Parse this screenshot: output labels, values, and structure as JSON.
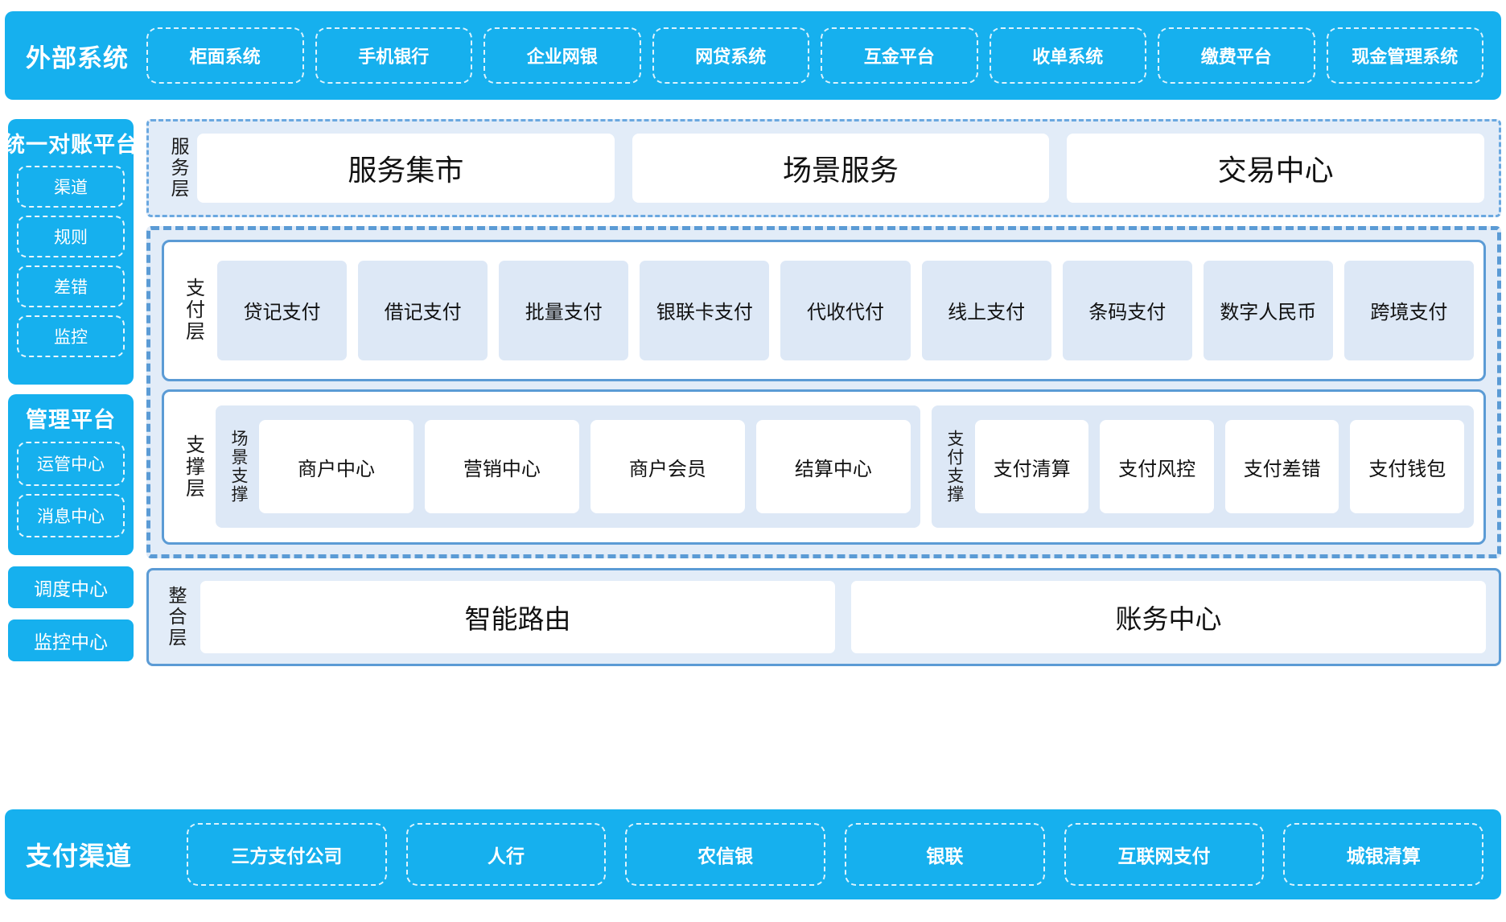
{
  "external": {
    "title": "外部系统",
    "items": [
      "柜面系统",
      "手机银行",
      "企业网银",
      "网贷系统",
      "互金平台",
      "收单系统",
      "缴费平台",
      "现金管理系统"
    ]
  },
  "sidebar": {
    "reconciliation": {
      "title": "统一对账平台",
      "items": [
        "渠道",
        "规则",
        "差错",
        "监控"
      ]
    },
    "management": {
      "title": "管理平台",
      "items": [
        "运管中心",
        "消息中心"
      ]
    },
    "standalone": [
      "调度中心",
      "监控中心"
    ]
  },
  "service_layer": {
    "label": "服务层",
    "cards": [
      "服务集市",
      "场景服务",
      "交易中心"
    ]
  },
  "pay_layer": {
    "label": "支付层",
    "cards": [
      "贷记支付",
      "借记支付",
      "批量支付",
      "银联卡支付",
      "代收代付",
      "线上支付",
      "条码支付",
      "数字人民币",
      "跨境支付"
    ]
  },
  "support_layer": {
    "label": "支撑层",
    "groups": [
      {
        "label": "场景支撑",
        "cards": [
          "商户中心",
          "营销中心",
          "商户会员",
          "结算中心"
        ]
      },
      {
        "label": "支付支撑",
        "cards": [
          "支付清算",
          "支付风控",
          "支付差错",
          "支付钱包"
        ]
      }
    ]
  },
  "integration_layer": {
    "label": "整合层",
    "cards": [
      "智能路由",
      "账务中心"
    ]
  },
  "channel": {
    "title": "支付渠道",
    "items": [
      "三方支付公司",
      "人行",
      "农信银",
      "银联",
      "互联网支付",
      "城银清算"
    ]
  },
  "colors": {
    "brand_blue": "#16b0ee",
    "layer_fill": "#e2ecf8",
    "layer_border": "#5b9bd5",
    "card_fill": "#dde8f6",
    "white": "#ffffff"
  }
}
